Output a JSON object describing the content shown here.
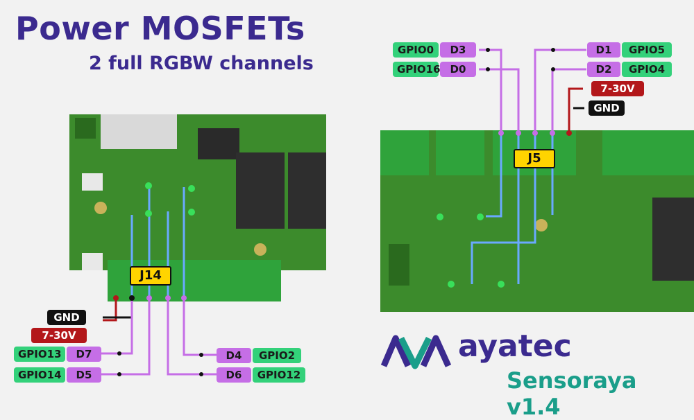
{
  "title": "Power MOSFETs",
  "subtitle": "2 full RGBW channels",
  "left": {
    "connector": "J14",
    "gnd": "GND",
    "vin": "7-30V",
    "rows": [
      {
        "gpio": "GPIO13",
        "d": "D7"
      },
      {
        "gpio": "GPIO14",
        "d": "D5"
      }
    ],
    "rows_right": [
      {
        "d": "D4",
        "gpio": "GPIO2"
      },
      {
        "d": "D6",
        "gpio": "GPIO12"
      }
    ]
  },
  "right": {
    "connector": "J5",
    "gnd": "GND",
    "vin": "7-30V",
    "rows_left": [
      {
        "gpio": "GPIO0",
        "d": "D3"
      },
      {
        "gpio": "GPIO16",
        "d": "D0"
      }
    ],
    "rows_right": [
      {
        "d": "D1",
        "gpio": "GPIO5"
      },
      {
        "d": "D2",
        "gpio": "GPIO4"
      }
    ]
  },
  "brand": "ayatec",
  "product": "Sensoraya v1.4",
  "colors": {
    "pcb": "#3a8a2a",
    "gpio": "#33d17a",
    "dpin": "#c56ee6",
    "title": "#3b2a8f"
  }
}
